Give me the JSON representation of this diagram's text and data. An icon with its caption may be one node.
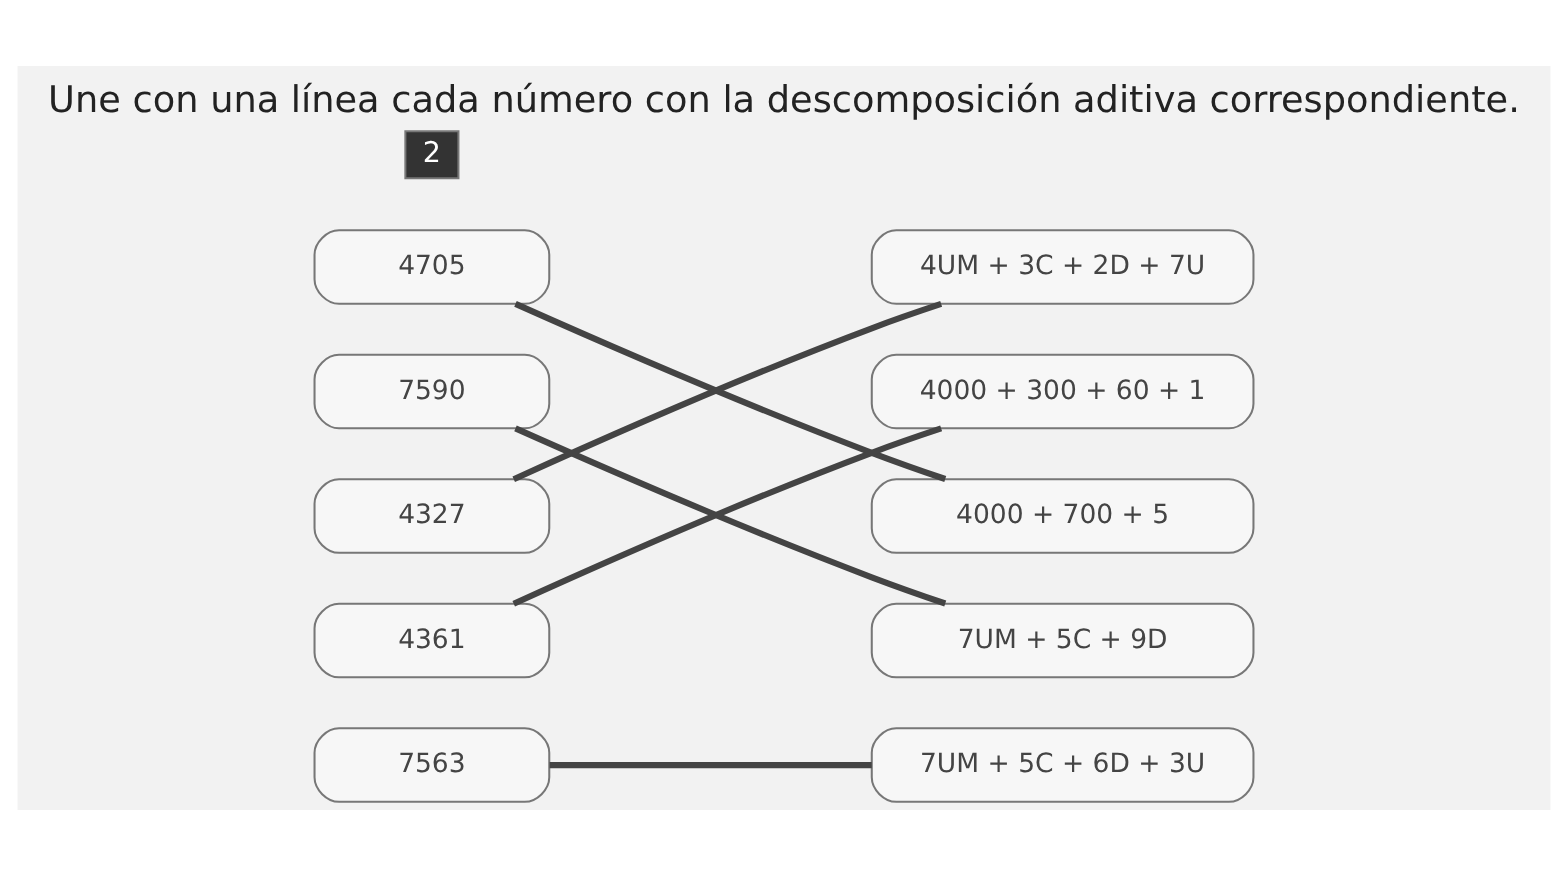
{
  "diagram": {
    "title": "Une con una línea cada número con la descomposición aditiva correspondiente.",
    "nodes": [
      {
        "text": [
          "4705"
        ]
      },
      {
        "text": [
          "7590"
        ]
      },
      {
        "text": [
          "4327"
        ]
      },
      {
        "text": [
          "4361"
        ]
      },
      {
        "text": [
          "7563"
        ]
      },
      {
        "text": [
          "4UM + 3C + 2D + 7U"
        ]
      },
      {
        "text": [
          "4000 + 300 + 60 + 1"
        ]
      },
      {
        "text": [
          "4000 + 700 + 5"
        ]
      },
      {
        "text": [
          "7UM + 5C + 9D"
        ]
      },
      {
        "text": [
          "7UM + 5C + 6D + 3U"
        ]
      }
    ],
    "edges": [
      {
        "from": 0,
        "to": 7,
        "arrow": "none"
      },
      {
        "from": 1,
        "to": 8,
        "arrow": "none"
      },
      {
        "from": 2,
        "to": 5,
        "arrow": "none"
      },
      {
        "from": 3,
        "to": 6,
        "arrow": "none"
      },
      {
        "from": 4,
        "to": 9,
        "arrow": "none"
      }
    ],
    "labels": [
      "2"
    ]
  }
}
